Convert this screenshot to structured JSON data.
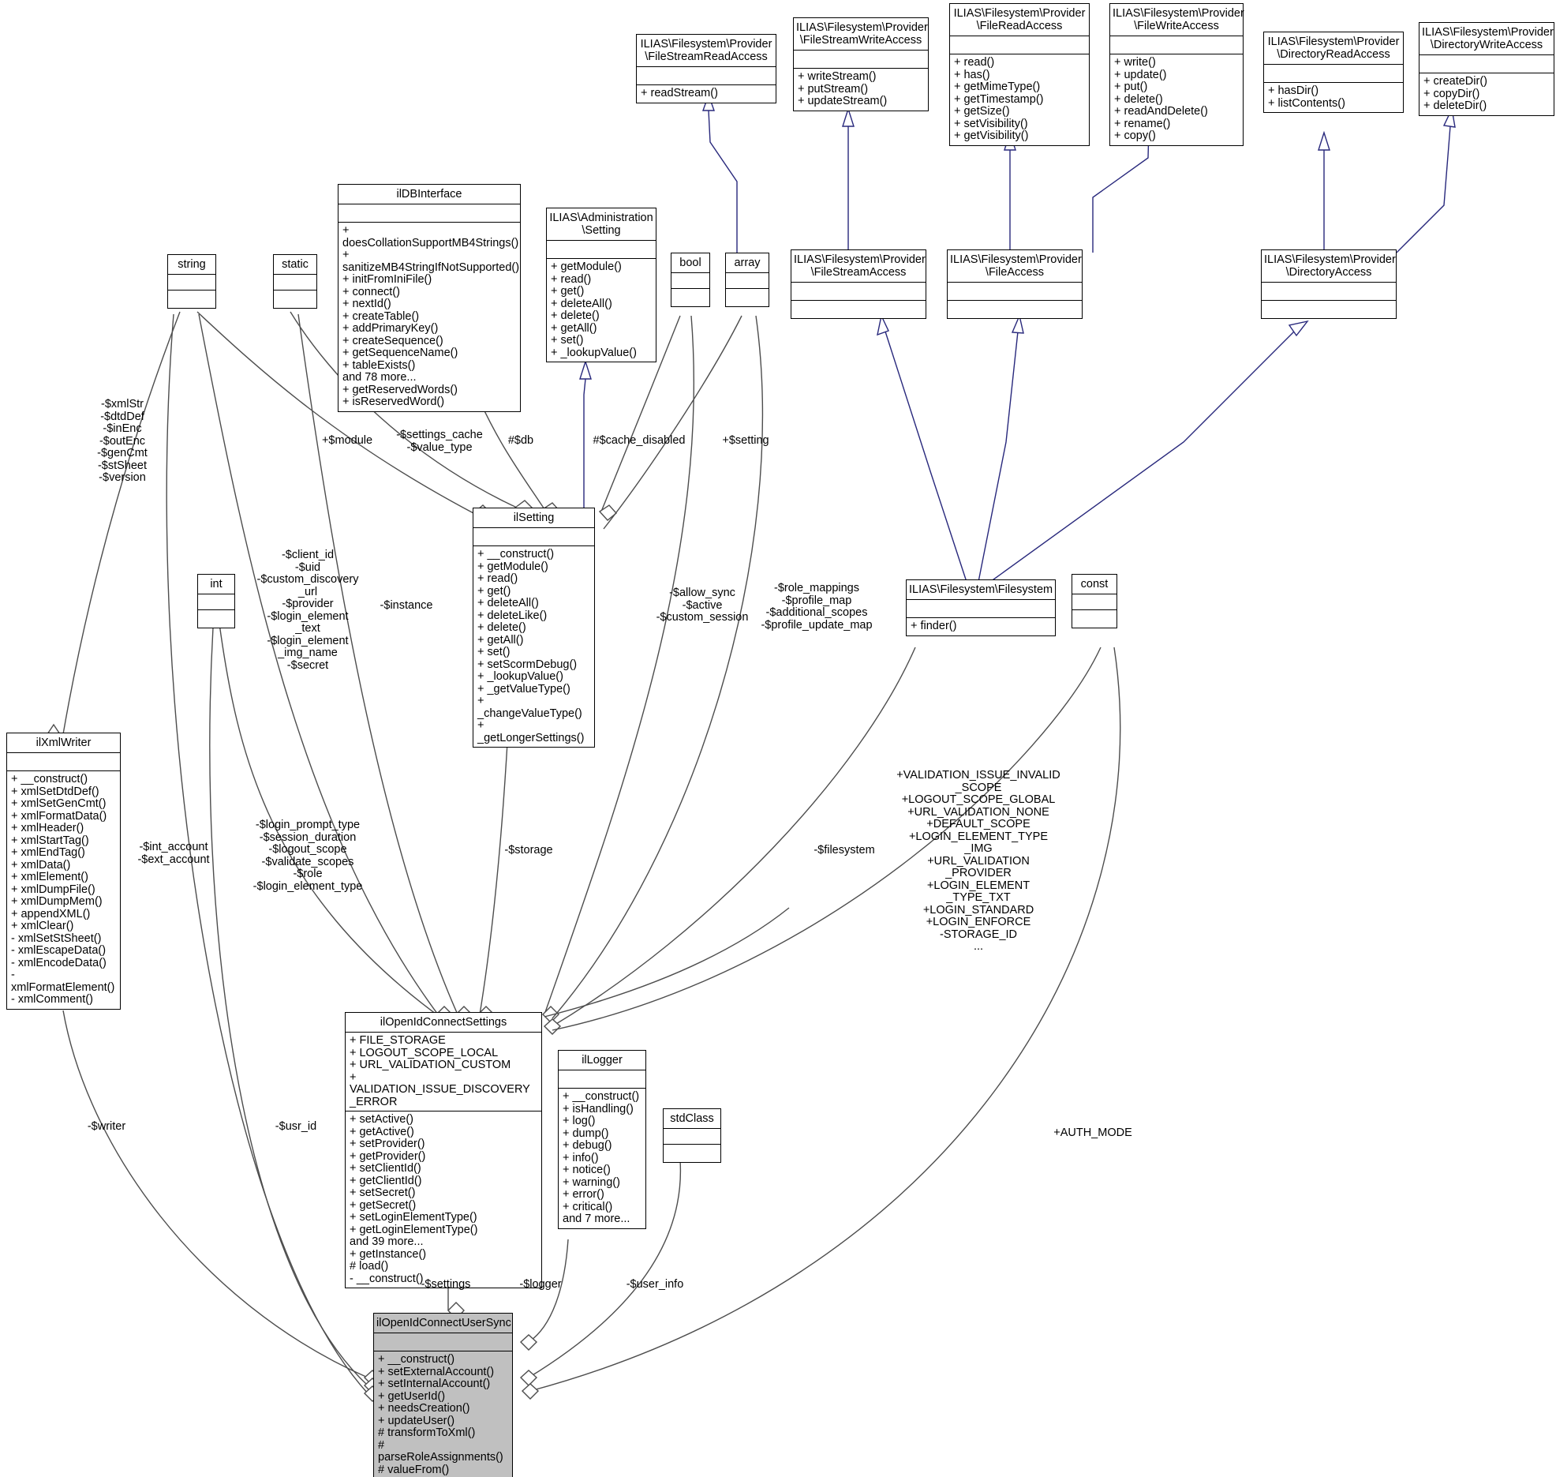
{
  "diagram": {
    "kind": "uml-class-diagram",
    "highlight_class": "ilOpenIdConnectUserSync",
    "colors": {
      "inheritance_edge": "#28287c",
      "association_edge": "#4d4d4d",
      "highlight_fill": "#c0c0c0",
      "box_border": "#000000",
      "background": "#ffffff"
    }
  },
  "classes": {
    "file_stream_read_access": {
      "title": "ILIAS\\Filesystem\\Provider\n\\FileStreamReadAccess",
      "attributes": "",
      "operations": "+ readStream()"
    },
    "file_stream_write_access": {
      "title": "ILIAS\\Filesystem\\Provider\n\\FileStreamWriteAccess",
      "attributes": "",
      "operations": "+ writeStream()\n+ putStream()\n+ updateStream()"
    },
    "file_read_access": {
      "title": "ILIAS\\Filesystem\\Provider\n\\FileReadAccess",
      "attributes": "",
      "operations": "+ read()\n+ has()\n+ getMimeType()\n+ getTimestamp()\n+ getSize()\n+ setVisibility()\n+ getVisibility()"
    },
    "file_write_access": {
      "title": "ILIAS\\Filesystem\\Provider\n\\FileWriteAccess",
      "attributes": "",
      "operations": "+ write()\n+ update()\n+ put()\n+ delete()\n+ readAndDelete()\n+ rename()\n+ copy()"
    },
    "directory_read_access": {
      "title": "ILIAS\\Filesystem\\Provider\n\\DirectoryReadAccess",
      "attributes": "",
      "operations": "+ hasDir()\n+ listContents()"
    },
    "directory_write_access": {
      "title": "ILIAS\\Filesystem\\Provider\n\\DirectoryWriteAccess",
      "attributes": "",
      "operations": "+ createDir()\n+ copyDir()\n+ deleteDir()"
    },
    "file_stream_access": {
      "title": "ILIAS\\Filesystem\\Provider\n\\FileStreamAccess",
      "attributes": "",
      "operations": ""
    },
    "file_access": {
      "title": "ILIAS\\Filesystem\\Provider\n\\FileAccess",
      "attributes": "",
      "operations": ""
    },
    "directory_access": {
      "title": "ILIAS\\Filesystem\\Provider\n\\DirectoryAccess",
      "attributes": "",
      "operations": ""
    },
    "filesystem": {
      "title": "ILIAS\\Filesystem\\Filesystem",
      "attributes": "",
      "operations": "+ finder()"
    },
    "ildbinterface": {
      "title": "ilDBInterface",
      "attributes": "",
      "operations": "+ doesCollationSupportMB4Strings()\n+ sanitizeMB4StringIfNotSupported()\n+ initFromIniFile()\n+ connect()\n+ nextId()\n+ createTable()\n+ addPrimaryKey()\n+ createSequence()\n+ getSequenceName()\n+ tableExists()\nand 78 more...\n+ getReservedWords()\n+ isReservedWord()"
    },
    "administration_setting": {
      "title": "ILIAS\\Administration\n\\Setting",
      "attributes": "",
      "operations": "+ getModule()\n+ read()\n+ get()\n+ deleteAll()\n+ delete()\n+ getAll()\n+ set()\n+ _lookupValue()"
    },
    "ilsetting": {
      "title": "ilSetting",
      "attributes": "",
      "operations": "+ __construct()\n+ getModule()\n+ read()\n+ get()\n+ deleteAll()\n+ deleteLike()\n+ delete()\n+ getAll()\n+ set()\n+ setScormDebug()\n+ _lookupValue()\n+ _getValueType()\n+ _changeValueType()\n+ _getLongerSettings()"
    },
    "ilxmlwriter": {
      "title": "ilXmlWriter",
      "attributes": "",
      "operations": "+ __construct()\n+ xmlSetDtdDef()\n+ xmlSetGenCmt()\n+ xmlFormatData()\n+ xmlHeader()\n+ xmlStartTag()\n+ xmlEndTag()\n+ xmlData()\n+ xmlElement()\n+ xmlDumpFile()\n+ xmlDumpMem()\n+ appendXML()\n+ xmlClear()\n- xmlSetStSheet()\n- xmlEscapeData()\n- xmlEncodeData()\n- xmlFormatElement()\n- xmlComment()"
    },
    "ilopenidconnectsettings": {
      "title": "ilOpenIdConnectSettings",
      "attributes": "+ FILE_STORAGE\n+ LOGOUT_SCOPE_LOCAL\n+ URL_VALIDATION_CUSTOM\n+ VALIDATION_ISSUE_DISCOVERY\n_ERROR",
      "operations": "+ setActive()\n+ getActive()\n+ setProvider()\n+ getProvider()\n+ setClientId()\n+ getClientId()\n+ setSecret()\n+ getSecret()\n+ setLoginElementType()\n+ getLoginElementType()\nand 39 more...\n+ getInstance()\n# load()\n-  __construct()"
    },
    "illogger": {
      "title": "ilLogger",
      "attributes": "",
      "operations": "+ __construct()\n+ isHandling()\n+ log()\n+ dump()\n+ debug()\n+ info()\n+ notice()\n+ warning()\n+ error()\n+ critical()\nand 7 more..."
    },
    "ilopenidconnectusersync": {
      "title": "ilOpenIdConnectUserSync",
      "attributes": "",
      "operations": "+ __construct()\n+ setExternalAccount()\n+ setInternalAccount()\n+ getUserId()\n+ needsCreation()\n+ updateUser()\n# transformToXml()\n# parseRoleAssignments()\n# valueFrom()"
    },
    "type_string": {
      "title": "string",
      "attributes": "",
      "operations": ""
    },
    "type_static": {
      "title": "static",
      "attributes": "",
      "operations": ""
    },
    "type_bool": {
      "title": "bool",
      "attributes": "",
      "operations": ""
    },
    "type_array": {
      "title": "array",
      "attributes": "",
      "operations": ""
    },
    "type_int": {
      "title": "int",
      "attributes": "",
      "operations": ""
    },
    "type_const": {
      "title": "const",
      "attributes": "",
      "operations": ""
    },
    "type_stdclass": {
      "title": "stdClass",
      "attributes": "",
      "operations": ""
    }
  },
  "edge_labels": {
    "string_to_ilxmlwriter": "-$xmlStr\n-$dtdDef\n-$inEnc\n-$outEnc\n-$genCmt\n-$stSheet\n-$version",
    "module": "+$module",
    "settings_cache": "-$settings_cache\n-$value_type",
    "db": "#$db",
    "cache_disabled": "#$cache_disabled",
    "setting": "+$setting",
    "client_id_block": "-$client_id\n-$uid\n-$custom_discovery\n_url\n-$provider\n-$login_element\n_text\n-$login_element\n_img_name\n-$secret",
    "instance": "-$instance",
    "allow_sync": "-$allow_sync\n-$active\n-$custom_session",
    "role_mappings": "-$role_mappings\n-$profile_map\n-$additional_scopes\n-$profile_update_map",
    "int_account": "-$int_account\n-$ext_account",
    "login_prompt_type": "-$login_prompt_type\n-$session_duration\n-$logout_scope\n-$validate_scopes\n-$role\n-$login_element_type",
    "storage": "-$storage",
    "filesystem": "-$filesystem",
    "validation_consts": "+VALIDATION_ISSUE_INVALID\n_SCOPE\n+LOGOUT_SCOPE_GLOBAL\n+URL_VALIDATION_NONE\n+DEFAULT_SCOPE\n+LOGIN_ELEMENT_TYPE\n_IMG\n+URL_VALIDATION\n_PROVIDER\n+LOGIN_ELEMENT\n_TYPE_TXT\n+LOGIN_STANDARD\n+LOGIN_ENFORCE\n-STORAGE_ID\n...",
    "writer": "-$writer",
    "usr_id": "-$usr_id",
    "auth_mode": "+AUTH_MODE",
    "settings": "-$settings",
    "logger": "-$logger",
    "user_info": "-$user_info"
  }
}
